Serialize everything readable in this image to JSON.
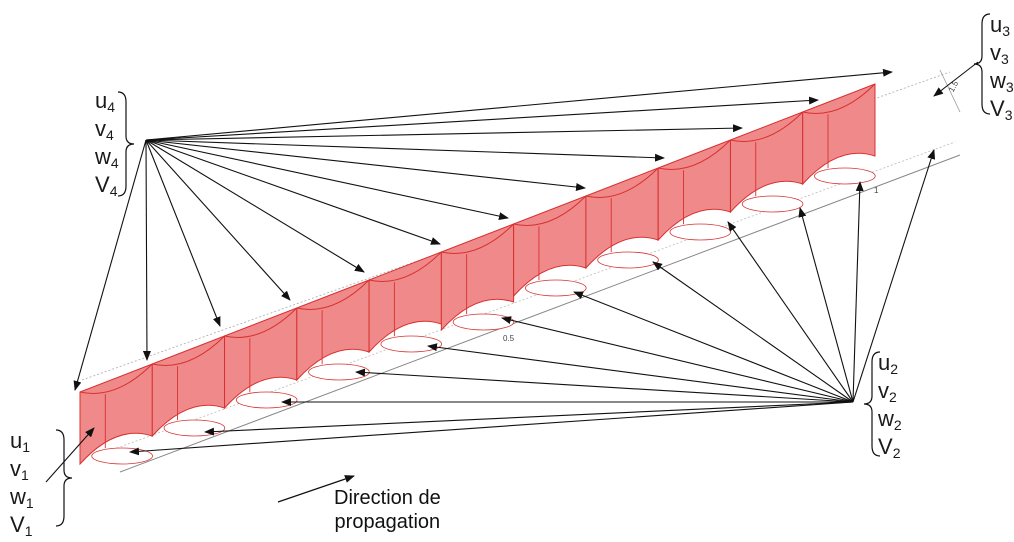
{
  "groups": {
    "g1": {
      "lines": [
        [
          "u",
          "1"
        ],
        [
          "v",
          "1"
        ],
        [
          "w",
          "1"
        ],
        [
          "V",
          "1"
        ]
      ]
    },
    "g2": {
      "lines": [
        [
          "u",
          "2"
        ],
        [
          "v",
          "2"
        ],
        [
          "w",
          "2"
        ],
        [
          "V",
          "2"
        ]
      ]
    },
    "g3": {
      "lines": [
        [
          "u",
          "3"
        ],
        [
          "v",
          "3"
        ],
        [
          "w",
          "3"
        ],
        [
          "V",
          "3"
        ]
      ]
    },
    "g4": {
      "lines": [
        [
          "u",
          "4"
        ],
        [
          "v",
          "4"
        ],
        [
          "w",
          "4"
        ],
        [
          "V",
          "4"
        ]
      ]
    }
  },
  "caption": {
    "line1": "Direction de",
    "line2": "propagation"
  },
  "axis_ticks": {
    "t1": "0.5",
    "t2": "1",
    "t3": "1.5"
  },
  "colors": {
    "cell_fill": "#f08a8a",
    "cell_edge": "#d83030",
    "arrow": "#111111",
    "axis": "#888888"
  }
}
